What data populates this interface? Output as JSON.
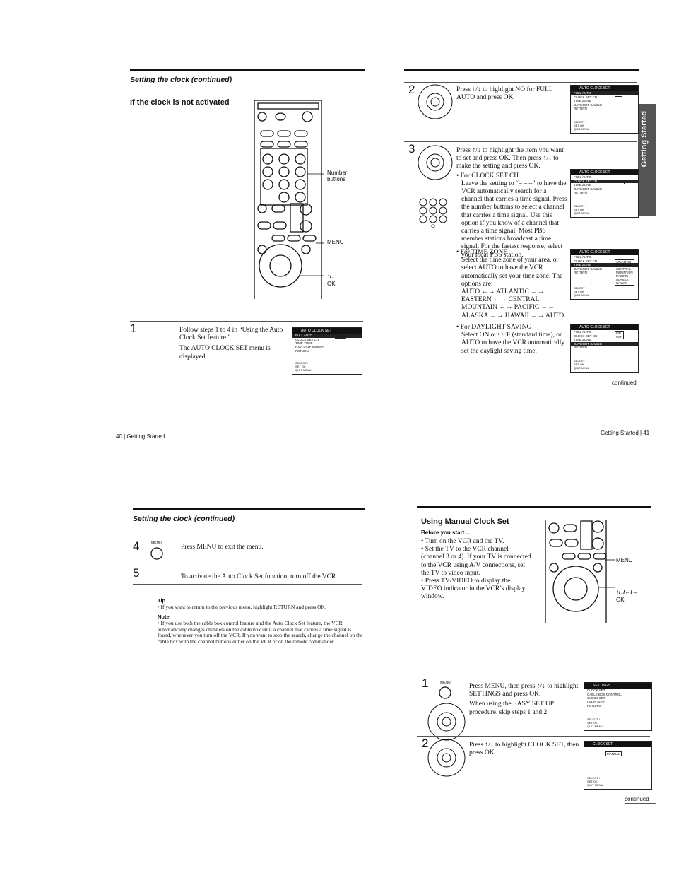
{
  "top_left": {
    "running_head": "Setting the clock (continued)",
    "heading": "If the clock is not activated",
    "remote_labels": {
      "number": "Number\nbuttons",
      "menu": "MENU",
      "arrows": "↑/↓",
      "ok": "OK"
    },
    "step1_num": "1",
    "step1_text_a": "Follow steps 1 to 4 in “Using the Auto Clock Set feature.”",
    "step1_text_b": "The AUTO CLOCK SET menu is displayed.",
    "folio": "40 | Getting Started"
  },
  "top_right": {
    "step2_num": "2",
    "step2_text": "Press ↑/↓ to highlight NO for FULL AUTO and press OK.",
    "step3_num": "3",
    "step3_text": "Press ↑/↓ to highlight the item you want to set and press OK. Then press ↑/↓ to make the setting and press OK.",
    "clock_ch_title": "• For CLOCK SET CH",
    "clock_ch_text": "Leave the setting to “– – –” to have the VCR automatically search for a channel that carries a time signal. Press the number buttons to select a channel that carries a time signal. Use this option if you know of a channel that carries a time signal. Most PBS member stations broadcast a time signal. For the fastest response, select your local PBS station.",
    "tz_title": "• For TIME ZONE",
    "tz_text": "Select the time zone of your area, or select AUTO to have the VCR automatically set your time zone. The options are:",
    "tz_options": "AUTO ←→ ATLANTIC ←→\nEASTERN ←→ CENTRAL ←→\nMOUNTAIN ←→ PACIFIC ←→\nALASKA ←→ HAWAII ←→ AUTO",
    "dst_title": "• For DAYLIGHT SAVING",
    "dst_text": "Select ON or OFF (standard time), or AUTO to have the VCR automatically set the daylight saving time.",
    "continued": "continued",
    "folio": "Getting Started | 41",
    "side_tab": "Getting Started"
  },
  "bottom_left": {
    "running_head": "Setting the clock (continued)",
    "step4_num": "4",
    "step4_menu": "MENU",
    "step4_text": "Press MENU to exit the menu.",
    "step5_num": "5",
    "step5_text": "To activate the Auto Clock Set function, turn off the VCR.",
    "tip_label": "Tip",
    "tip_text": "• If you want to return to the previous menu, highlight RETURN and press OK.",
    "note_label": "Note",
    "note_text": "• If you use both the cable box control feature and the Auto Clock Set feature, the VCR automatically changes channels on the cable box until a channel that carries a time signal is found, whenever you turn off the VCR. If you want to stop the search, change the channel on the cable box with the channel buttons either on the VCR or on the remote commander."
  },
  "bottom_right": {
    "heading": "Using Manual Clock Set",
    "before": "Before you start…",
    "b1": "• Turn on the VCR and the TV.",
    "b2": "• Set the TV to the VCR channel (channel 3 or 4). If your TV is connected to the VCR using A/V connections, set the TV to video input.",
    "b3": "• Press TV/VIDEO to display the VIDEO indicator in the VCR’s display window.",
    "remote_labels": {
      "menu": "MENU",
      "arrows": "↑/↓/←/→",
      "ok": "OK"
    },
    "step1_num": "1",
    "step1_menu": "MENU",
    "step1_text_a": "Press MENU, then press ↑/↓ to highlight SETTINGS and press OK.",
    "step1_text_b": "When using the EASY SET UP procedure, skip steps 1 and 2.",
    "step2_num": "2",
    "step2_text": "Press ↑/↓ to highlight CLOCK SET, then press OK.",
    "continued": "continued"
  },
  "osd": {
    "auto_title": "AUTO CLOCK SET",
    "settings_title": "SETTINGS",
    "clock_title": "CLOCK SET",
    "row_full": "FULL AUTO",
    "row_ch": "CLOCK SET CH",
    "row_tz": "TIME ZONE",
    "row_dst": "DAYLIGHT SAVING",
    "row_ret": "RETURN",
    "auto": "AUTO",
    "no": "NO",
    "dash": "– – –",
    "tz_list": "ATLANTIC\nEASTERN\nCENTRAL\nMOUNTAIN\nPACIFIC\nALASKA\nHAWAII",
    "dst_list": "ON\nOFF",
    "foot": "SELECT ↕\nSET OK\nQUIT MENU",
    "settings_rows": "CLOCK SET\nCABLE BOX CONTROL\nCLOCK SET\nLANGUAGE\nRETURN",
    "manual": "MANUAL"
  }
}
